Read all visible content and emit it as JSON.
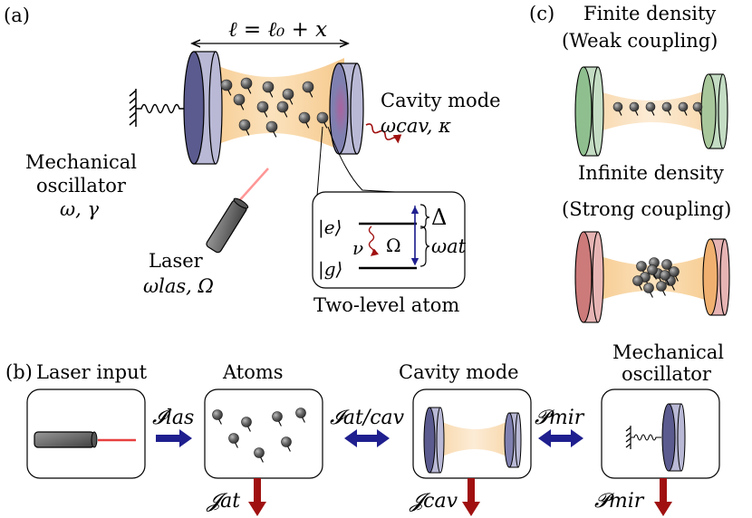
{
  "panels": {
    "a": "(a)",
    "b": "(b)",
    "c": "(c)"
  },
  "panel_a": {
    "length_eq": "ℓ = ℓ₀ + x",
    "cavity_label": "Cavity mode",
    "cavity_params": "ωcav, κ",
    "mech_line1": "Mechanical",
    "mech_line2": "oscillator",
    "mech_params": "ω, γ",
    "laser_label": "Laser",
    "laser_params": "ωlas, Ω",
    "excited": "|e⟩",
    "ground": "|g⟩",
    "nu": "ν",
    "omega": "Ω",
    "delta": "Δ",
    "omega_at": "ωat",
    "two_level": "Two-level atom"
  },
  "panel_c": {
    "finite_1": "Finite density",
    "finite_2": "(Weak coupling)",
    "infinite_1": "Infinite density",
    "infinite_2": "(Strong coupling)"
  },
  "panel_b": {
    "laser_input": "Laser input",
    "atoms": "Atoms",
    "cavity_mode": "Cavity mode",
    "mech_1": "Mechanical",
    "mech_2": "oscillator",
    "I_las": "𝓘las",
    "I_atcav": "𝓘at/cav",
    "P_mir_top": "𝓟mir",
    "J_at": "𝓙at",
    "J_cav": "𝓙cav",
    "P_mir_bottom": "𝓟mir"
  },
  "colors": {
    "left_mirror": "#5b5b8f",
    "mirror_side": "#b9b9d6",
    "beam": "#f8d49e",
    "atom": "#555555",
    "arrow_blue": "#1f1f8f",
    "arrow_red": "#a01010",
    "green_mirror": "#8fbf8f",
    "red_mirror": "#cc7a7a"
  }
}
